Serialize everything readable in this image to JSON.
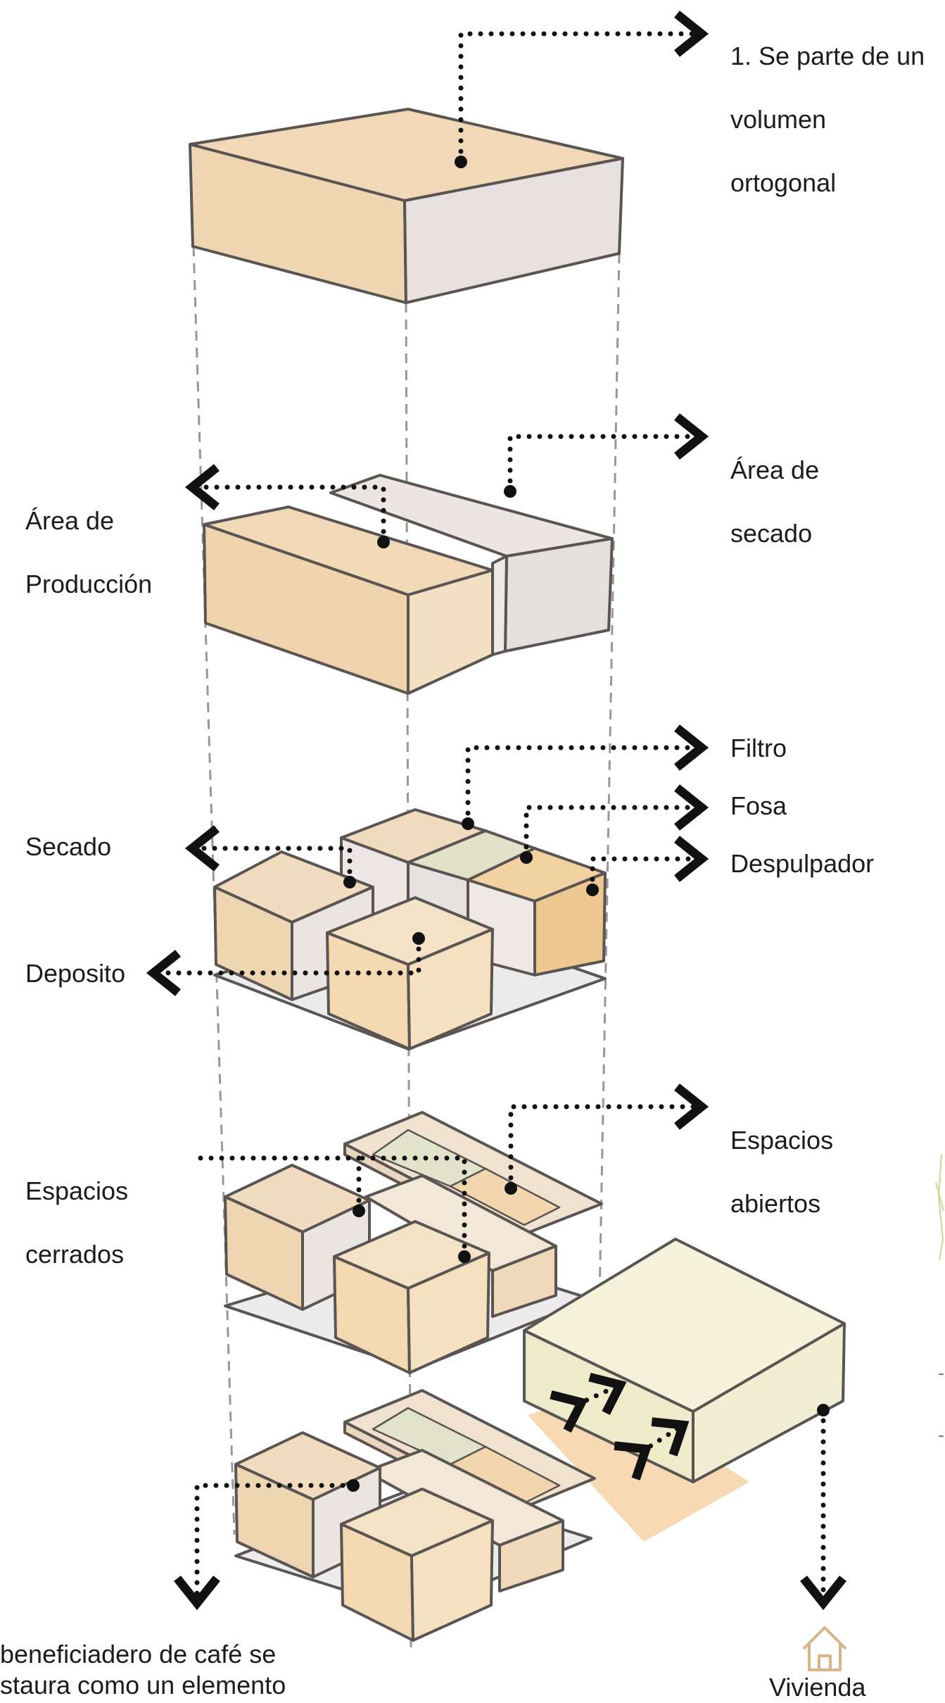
{
  "labels": {
    "volumen": [
      "1. Se parte de un",
      "volumen",
      "ortogonal"
    ],
    "area_secado": [
      "Área de",
      "secado"
    ],
    "area_produccion": [
      "Área de",
      "Producción"
    ],
    "filtro": "Filtro",
    "fosa": "Fosa",
    "despulpador": "Despulpador",
    "secado": "Secado",
    "deposito": "Deposito",
    "espacios_abiertos": [
      "Espacios",
      "abiertos"
    ],
    "espacios_cerrados": [
      "Espacios",
      "cerrados"
    ],
    "vivienda": "Vivienda",
    "caption": [
      "beneficiadero de café se",
      "staura como un elemento"
    ]
  },
  "icons": {
    "house": "house-icon"
  },
  "colors": {
    "block_tan": "#f1d9b7",
    "block_tan_dark": "#e9caa0",
    "block_grey": "#e6e2e1",
    "block_sage": "#dfe2c9",
    "vivienda_block": "#f4f2d8",
    "floor_orange": "#f7d9b3",
    "outline": "#5a5553",
    "house_icon": "#d9b48b"
  }
}
